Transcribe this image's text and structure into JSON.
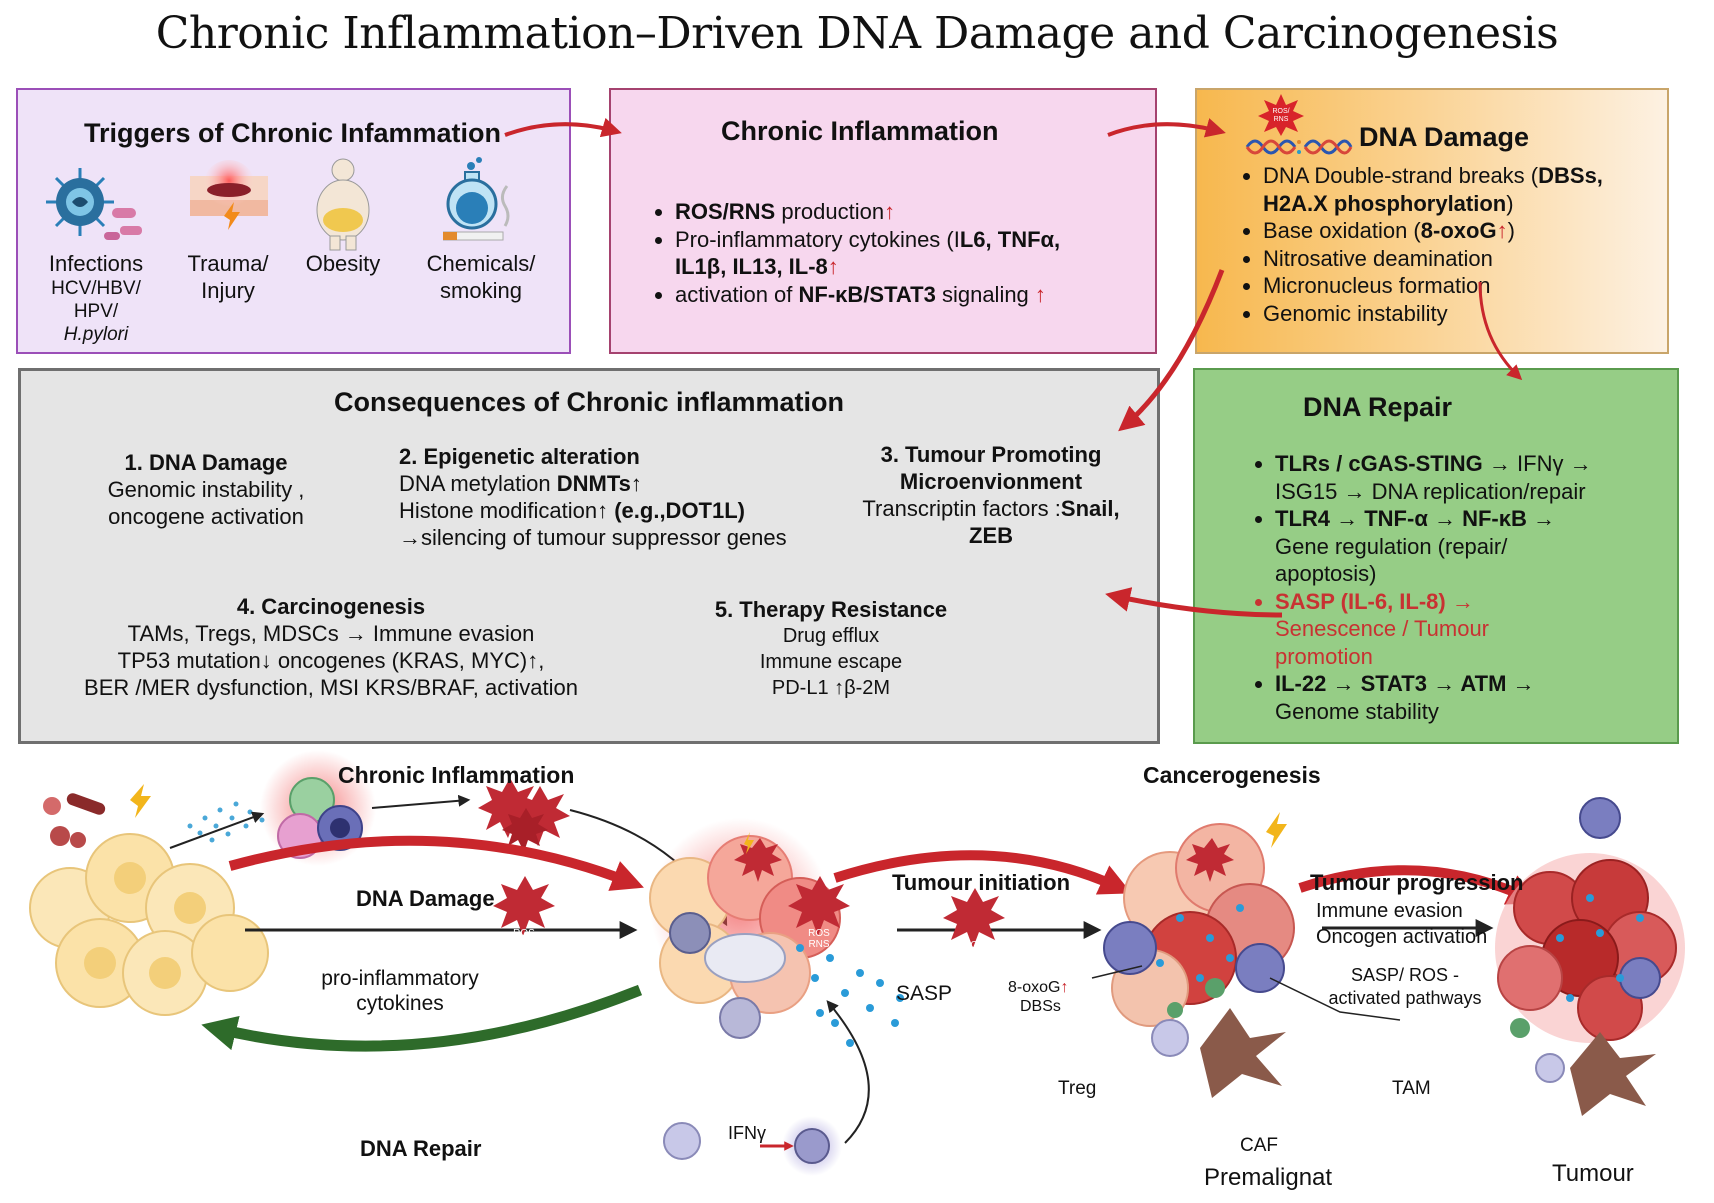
{
  "title": "Chronic Inflammation–Driven DNA Damage and Carcinogenesis",
  "triggers": {
    "heading": "Triggers of Chronic Infammation",
    "items": [
      {
        "label": "Infections",
        "sub1": "HCV/HBV/",
        "sub2": "HPV/",
        "sub3": "H.pylori"
      },
      {
        "label": "Trauma/",
        "sub1": "Injury"
      },
      {
        "label": "Obesity"
      },
      {
        "label": "Chemicals/",
        "sub1": "smoking"
      }
    ]
  },
  "chronic": {
    "heading": "Chronic Inflammation",
    "b1_bold": "ROS/RNS",
    "b1_rest": " production",
    "b2_a": "Pro-inflammatory cytokines (I",
    "b2_b": "L6, TNFα,",
    "b2_c": "IL1β, IL13, IL-8",
    "b3_a": " activation of ",
    "b3_b": "NF-κB/STAT3",
    "b3_c": " signaling ",
    "up": "↑"
  },
  "dna_damage": {
    "heading": "DNA Damage",
    "badge": "ROS/ RNS",
    "b1_a": "DNA Double-strand breaks (",
    "b1_b": "DBSs,",
    "b1_c": "H2A.X phosphorylation",
    "b1_d": ")",
    "b2_a": "Base oxidation (",
    "b2_b": "8-oxoG",
    "b2_c": ")",
    "b3": "Nitrosative deamination",
    "b4": "Micronucleus formation",
    "b5": "Genomic instability",
    "up": "↑"
  },
  "consequences": {
    "heading": "Consequences of Chronic inflammation",
    "c1": {
      "title": "1.  DNA Damage",
      "l1": "Genomic instability ,",
      "l2": "oncogene activation"
    },
    "c2": {
      "title": "2.  Epigenetic alteration",
      "l1a": "DNA metylation ",
      "l1b": "DNMTs",
      "l1c": "↑",
      "l2a": "Histone modification↑  ",
      "l2b": "(e.g.,DOT1L)",
      "l3": "→silencing of tumour suppressor genes"
    },
    "c3": {
      "title1": "3. Tumour Promoting",
      "title2": "Microenvionment",
      "l1a": "Transcriptin factors :",
      "l1b": "Snail,",
      "l2": "ZEB"
    },
    "c4": {
      "title": "4. Carcinogenesis",
      "l1": "TAMs, Tregs, MDSCs → Immune evasion",
      "l2": "TP53 mutation↓ oncogenes (KRAS, MYC)↑,",
      "l3": "BER /MER dysfunction, MSI KRS/BRAF, activation"
    },
    "c5": {
      "title": "5. Therapy Resistance",
      "l1": "Drug efflux",
      "l2": "Immune escape",
      "l3": "PD-L1 ↑β-2M"
    }
  },
  "repair": {
    "heading": "DNA Repair",
    "b1_a": "TLRs / cGAS-STING",
    "b1_b": " → IFNγ →",
    "b1_c": "ISG15 → DNA replication/repair",
    "b2_a": "TLR4 → TNF-α → NF-κB →",
    "b2_b": "Gene regulation (repair/",
    "b2_c": "apoptosis)",
    "b3_a": "SASP (IL-6, IL-8)",
    "b3_b": " →",
    "b3_c": "Senescence / Tumour",
    "b3_d": "promotion",
    "b4_a": "IL-22 → STAT3 → ATM →",
    "b4_b": "Genome stability"
  },
  "bottom": {
    "chronic_inflammation": "Chronic Inflammation",
    "dna_damage": "DNA Damage",
    "pro_infl_1": "pro-inflammatory",
    "pro_infl_2": "cytokines",
    "dna_repair": "DNA Repair",
    "ifn": "IFNγ",
    "cancerogenesis": "Cancerogenesis",
    "tumour_initiation": "Tumour initiation",
    "sasp": "SASP",
    "oxog": "8-oxoG",
    "dbss": "DBSs",
    "up": "↑",
    "tumour_progression": "Tumour progression",
    "immune_evasion": "Immune evasion",
    "oncogen_activation": "Oncogen activation",
    "sasp_ros_1": "SASP/ ROS -",
    "sasp_ros_2": "activated pathways",
    "treg": "Treg",
    "tam": "TAM",
    "caf": "CAF",
    "premalignant": "Premalignat",
    "tumour": "Tumour",
    "ros_badge_1": "ROS",
    "ros_badge_2": "RNS"
  },
  "colors": {
    "arrow_red": "#c9262c",
    "arrow_green": "#2e6b2a",
    "trig_bg": "#efe3f8",
    "chronic_bg": "#f7d7ee",
    "repair_bg": "#96cd86",
    "cons_bg": "#e5e5e5"
  }
}
